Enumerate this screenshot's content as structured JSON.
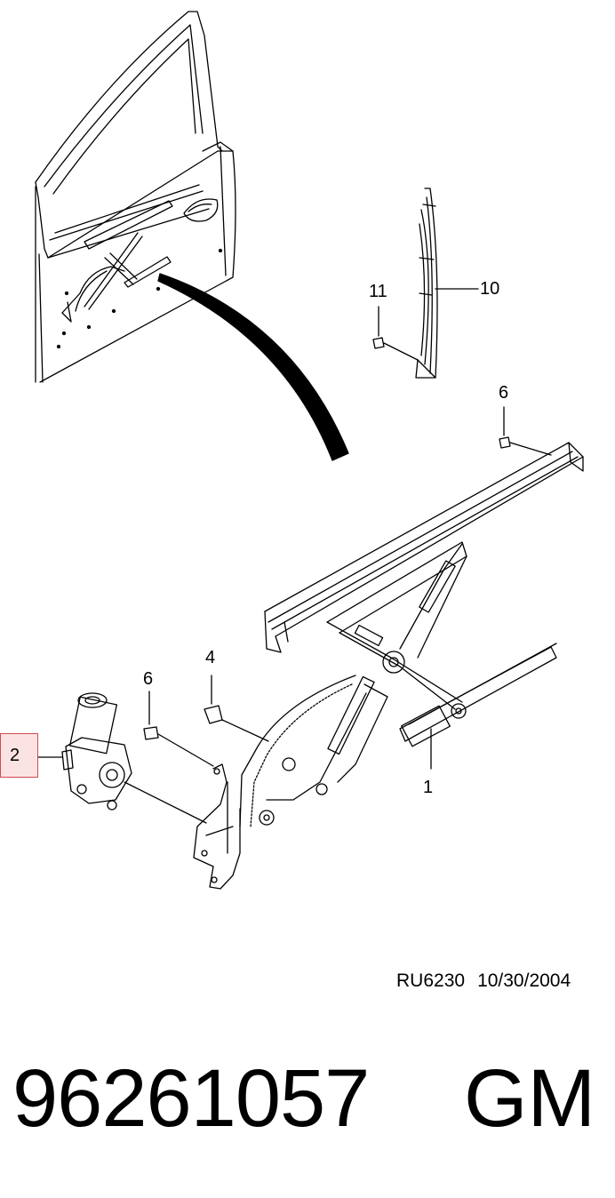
{
  "callouts": {
    "c1": "1",
    "c2": "2",
    "c4": "4",
    "c6a": "6",
    "c6b": "6",
    "c10": "10",
    "c11": "11"
  },
  "drawing_code": "RU6230",
  "drawing_date": "10/30/2004",
  "part_number": "96261057",
  "brand": "GM",
  "highlight_color": "#d04a4f"
}
